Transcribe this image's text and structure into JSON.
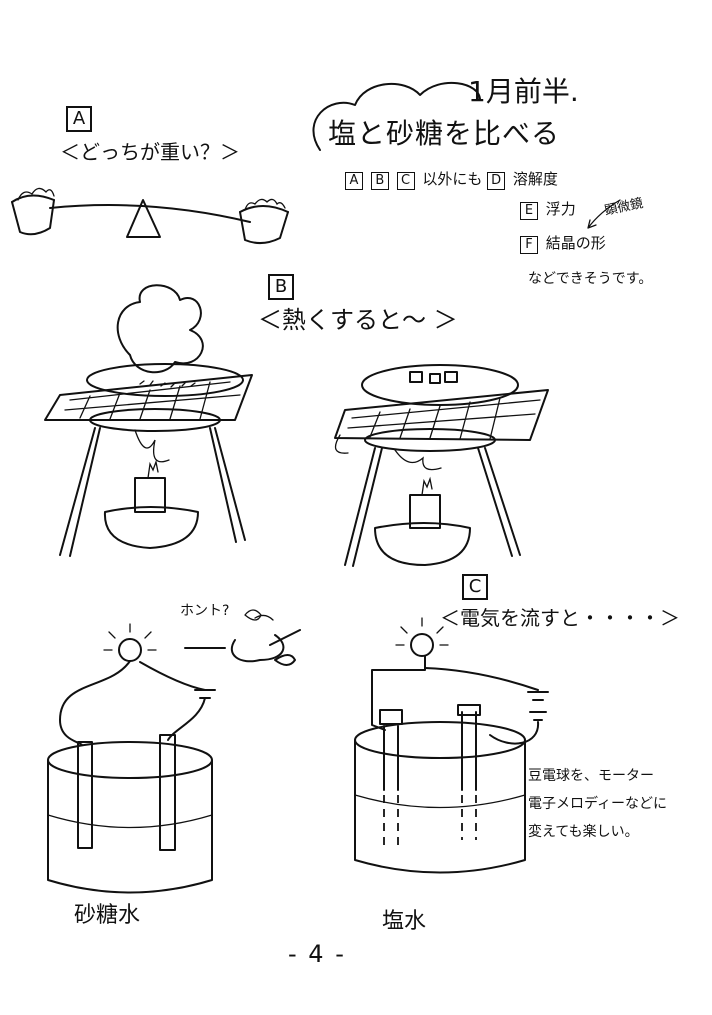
{
  "header": {
    "date": "1月前半.",
    "title": "塩と砂糖を比べる",
    "note_line1_suffix": "以外にも",
    "note_line1_item": "溶解度",
    "note_e_item": "浮力",
    "note_microscope": "顕微鏡",
    "note_f_item": "結晶の形",
    "note_closing": "などできそうです。"
  },
  "section_a": {
    "label": "A",
    "caption": "＜どっちが重い？＞"
  },
  "section_b": {
    "label": "B",
    "caption": "＜熱くすると〜 ＞"
  },
  "section_c": {
    "label": "C",
    "caption": "＜電気を流すと・・・・＞",
    "speech": "ホント?",
    "left_beaker_label": "砂糖水",
    "right_beaker_label": "塩水",
    "side_note": [
      "豆電球を、モーター",
      "電子メロディーなどに",
      "変えても楽しい。"
    ]
  },
  "labels": {
    "a": "A",
    "b": "B",
    "c": "C",
    "d": "D",
    "e": "E",
    "f": "F"
  },
  "footer": {
    "page_number": "- 4 -"
  }
}
